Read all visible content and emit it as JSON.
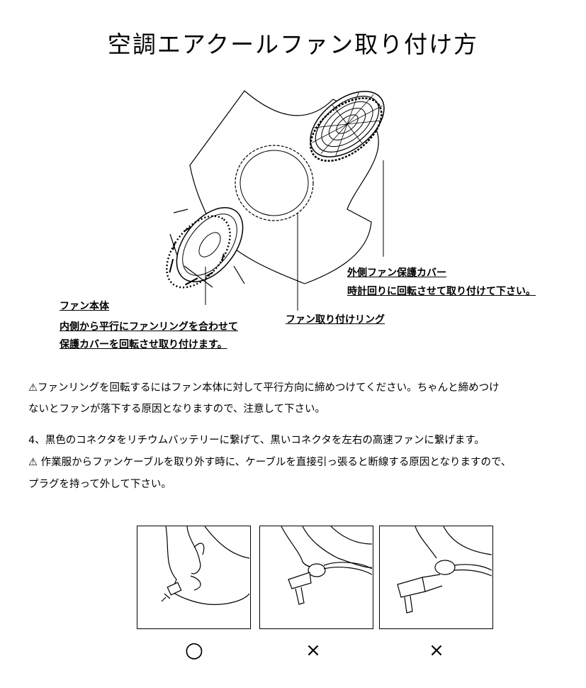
{
  "title": "空調エアクールファン取り付け方",
  "labels": {
    "outer_cover_title": "外側ファン保護カバー",
    "outer_cover_desc": "時計回りに回転させて取り付けて下さい。",
    "fan_ring": "ファン取り付けリング",
    "fan_body_title": "ファン本体",
    "fan_body_desc_1": "内側から平行にファンリングを合わせて",
    "fan_body_desc_2": "保護カバーを回転させ取り付けます。"
  },
  "notes": {
    "warning1_line1": "⚠ファンリングを回転するにはファン本体に対して平行方向に締めつけてください。ちゃんと締めつけ",
    "warning1_line2": "ないとファンが落下する原因となりますので、注意して下さい。",
    "step4": "4、黒色のコネクタをリチウムバッテリーに繋げて、黒いコネクタを左右の高速ファンに繋げます。",
    "warning2_line1": "⚠ 作業服からファンケーブルを取り外す時に、ケーブルを直接引っ張ると断線する原因となりますので、",
    "warning2_line2": "プラグを持って外して下さい。"
  },
  "results": {
    "panel1": "○",
    "panel2": "×",
    "panel3": "×"
  }
}
